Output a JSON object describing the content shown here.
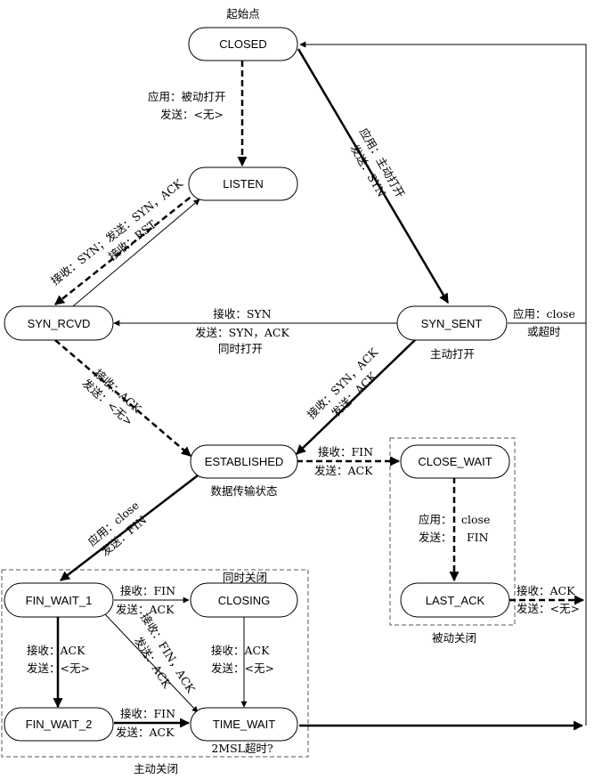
{
  "states": {
    "closed": "CLOSED",
    "listen": "LISTEN",
    "syn_rcvd": "SYN_RCVD",
    "syn_sent": "SYN_SENT",
    "established": "ESTABLISHED",
    "close_wait": "CLOSE_WAIT",
    "last_ack": "LAST_ACK",
    "fin_wait_1": "FIN_WAIT_1",
    "closing": "CLOSING",
    "fin_wait_2": "FIN_WAIT_2",
    "time_wait": "TIME_WAIT"
  },
  "captions": {
    "start": "起始点",
    "simultaneous_open": "同时打开",
    "active_open": "主动打开",
    "data_transfer": "数据传输状态",
    "simultaneous_close": "同时关闭",
    "passive_close": "被动关闭",
    "active_close": "主动关闭",
    "timeout_2msl": "2MSL超时?"
  },
  "labels": {
    "closed_listen": [
      "应用：被动打开",
      "发送：<无>"
    ],
    "closed_synsent": [
      "应用：主动打开",
      "发送：SYN"
    ],
    "listen_synrcvd": [
      "接收：SYN；发送：SYN，ACK"
    ],
    "synrcvd_listen": [
      "接收：RST"
    ],
    "synsent_synrcvd": [
      "接收：SYN",
      "发送：SYN，ACK"
    ],
    "synsent_close": [
      "应用：close",
      "或超时"
    ],
    "synrcvd_est": [
      "接收：ACK",
      "发送：<无>"
    ],
    "synsent_est": [
      "接收：SYN，ACK",
      "发送：ACK"
    ],
    "est_closewait": [
      "接收：FIN",
      "发送：ACK"
    ],
    "closewait_lastack": [
      "应用：",
      "close",
      "发送：",
      "FIN"
    ],
    "lastack_closed": [
      "接收：ACK",
      "发送：<无>"
    ],
    "est_finwait1": [
      "应用：close",
      "发送：FIN"
    ],
    "finwait1_closing": [
      "接收：FIN",
      "发送：ACK"
    ],
    "closing_timewait": [
      "接收：ACK",
      "发送：<无>"
    ],
    "finwait1_finwait2": [
      "接收：ACK",
      "发送：<无>"
    ],
    "finwait1_timewait": [
      "接收：FIN，ACK",
      "发送：ACK"
    ],
    "finwait2_timewait": [
      "接收：FIN",
      "发送：ACK"
    ]
  },
  "colors": {
    "line": "#000000",
    "dashed_box": "#555555",
    "node_fill": "#ffffff"
  }
}
